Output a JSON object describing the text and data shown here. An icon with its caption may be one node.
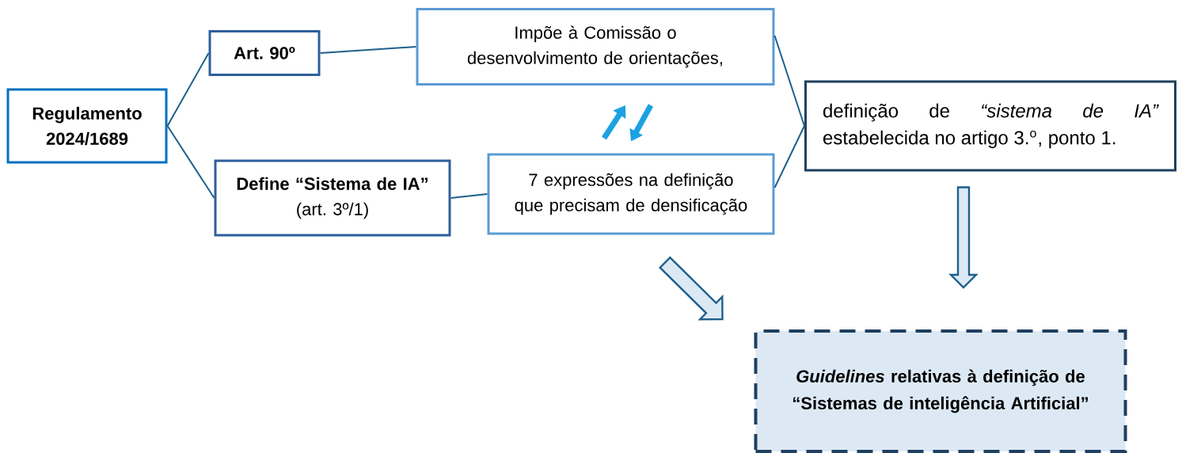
{
  "diagram": {
    "nodes": [
      {
        "text": [
          "Regulamento 2024/1689"
        ]
      },
      {
        "text": [
          "Art. 90º"
        ]
      },
      {
        "text": [
          "Define “Sistema de IA”",
          "(art. 3º/1)"
        ]
      },
      {
        "text": [
          "Impõe à Comissão o desenvolvimento de orientações,"
        ]
      },
      {
        "text": [
          "7 expressões na definição que precisam de densificação"
        ]
      },
      {
        "text": [
          "definição de *“sistema de IA”* estabelecida no artigo 3.$^{o}$, ponto 1."
        ]
      },
      {
        "text": [
          "*Guidelines* relativas à definição de “Sistemas de inteligência Artificial”"
        ]
      }
    ],
    "edges": [
      {
        "from": 0,
        "to": 1,
        "arrow": "none"
      },
      {
        "from": 0,
        "to": 2,
        "arrow": "none"
      },
      {
        "from": 1,
        "to": 3,
        "arrow": "none"
      },
      {
        "from": 2,
        "to": 4,
        "arrow": "none"
      },
      {
        "from": 3,
        "to": 5,
        "arrow": "none"
      },
      {
        "from": 4,
        "to": 5,
        "arrow": "none"
      },
      {
        "from": 4,
        "to": 3,
        "arrow": "to",
        "style": "thick",
        "color": "#1ba1e2"
      },
      {
        "from": 3,
        "to": 4,
        "arrow": "to",
        "style": "thick",
        "color": "#1ba1e2"
      },
      {
        "from": 4,
        "to": 6,
        "arrow": "to",
        "style": "thick"
      },
      {
        "from": 5,
        "to": 6,
        "arrow": "to",
        "style": "thick"
      }
    ]
  }
}
